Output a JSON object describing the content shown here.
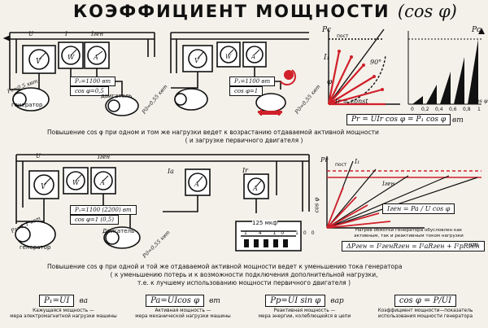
{
  "title": {
    "main": "КОЭФФИЦИЕНТ  МОЩНОСТИ",
    "symbol": "(cos φ)"
  },
  "top_left": {
    "power_label": "P₁=1100 вт",
    "cos_label": "cos φ=0,5",
    "generator": "генератор",
    "motor": "двигатель",
    "current_top": "I",
    "current_gen": "Iген",
    "u": "U",
    "load_left": "Pг=0,5 квт",
    "load_right": "Pд=0,55 квт"
  },
  "top_mid": {
    "power_label": "P₁=1100 вт",
    "cos_label": "cos φ=1",
    "load_right": "Pд=0,55 квт"
  },
  "vector_top": {
    "pc": "Pс",
    "pc_right": "Pc",
    "post": "пост",
    "ir_const": "Ir = const",
    "angle": "90°",
    "phi": "φ",
    "i1": "I₁",
    "ir": "Ir",
    "ticks": [
      "0",
      "0,2",
      "0,4",
      "0,6",
      "0,8",
      "1"
    ],
    "axis_label": "cos φ"
  },
  "formula_top": {
    "text": "Pr = UIr cos φ = P₁ cos φ",
    "unit": "вт"
  },
  "caption_top": {
    "line1": "Повышение cos φ  при одном и том же нагрузки ведет к возрастанию отдаваемой активной мощности",
    "line2": "( и загрузке первичного двигателя )"
  },
  "bottom_left": {
    "power_label": "P₁=1100 (2200) вт",
    "cos_label": "cos φ=1 (0,5)",
    "generator": "генератор",
    "motor": "Двигатель",
    "ia": "Iа",
    "ir": "Ir",
    "i_gen": "Iген",
    "load_left": "Pг=1,1 квт",
    "load_right": "Pд=0,55 квт",
    "capacitor": "125 мкф",
    "cap_ticks": [
      "1",
      "4",
      "10",
      "100"
    ]
  },
  "vector_bottom": {
    "pr": "Pr",
    "post": "пост",
    "i1": "I₁",
    "i_gen": "Iген",
    "axis_label": "cos φ",
    "formula": "Iген = Pa / U cos φ",
    "note1": "Нагрев обмотки генератора обусловлен как",
    "note2": "активным, так и реактивным током нагрузки",
    "heat": "ΔPген = I²генRген = I²аRген + I²рRген",
    "heat_unit": "вт"
  },
  "caption_bottom": {
    "line1": "Повышение cos φ  при одной и той же отдаваемой активной мощности ведет к уменьшению тока генератора",
    "line2": "( к уменьшению потерь и к возможности подключения дополнительной нагрузки,",
    "line3": "т.е. к лучшему использованию мощности первичного двигателя )"
  },
  "formulas": [
    {
      "text": "P₁=UI",
      "unit": "ва",
      "label1": "Кажущаяся мощность —",
      "label2": "мера электромагнитной нагрузки машины"
    },
    {
      "text": "Pa=UIcos φ",
      "unit": "вт",
      "label1": "Активная мощность —",
      "label2": "мера механической нагрузки машины"
    },
    {
      "text": "Pp=UI sin φ",
      "unit": "вар",
      "label1": "Реактивная мощность —",
      "label2": "мера энергии, колеблющейся в цепи"
    },
    {
      "text": "cos φ = P/UI",
      "unit": "",
      "label1": "Коэффициент мощности—показатель",
      "label2": "использования мощности генератора"
    }
  ],
  "colors": {
    "accent": "#d0202a",
    "ink": "#111111",
    "paper": "#f4f1ea"
  }
}
